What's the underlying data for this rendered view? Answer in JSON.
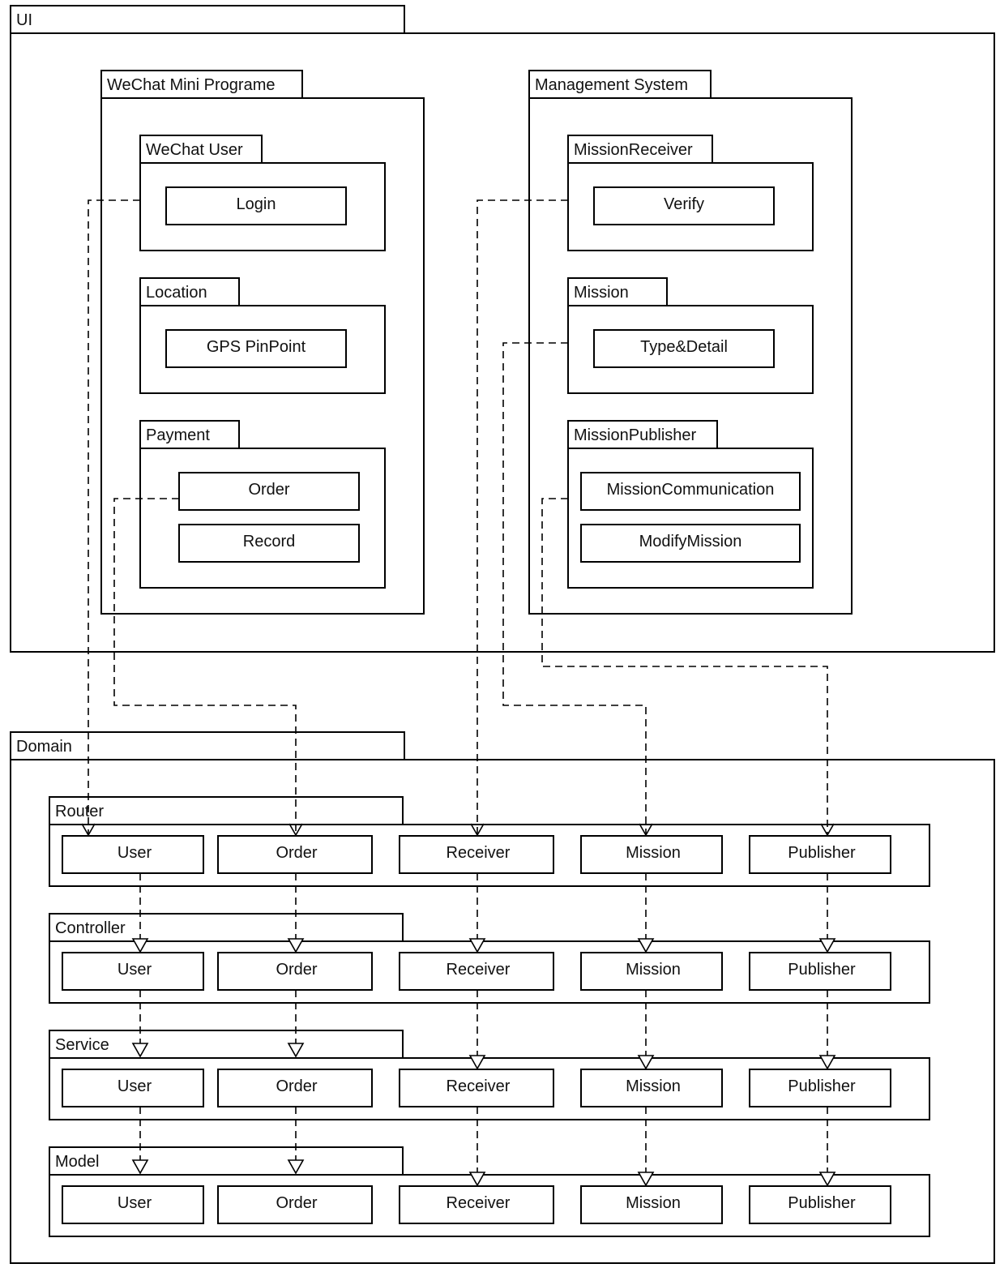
{
  "ui_package": {
    "label": "UI",
    "wechat_mini_program": {
      "label": "WeChat Mini Programe",
      "wechat_user": {
        "label": "WeChat User",
        "login": "Login"
      },
      "location": {
        "label": "Location",
        "gps_pinpoint": "GPS PinPoint"
      },
      "payment": {
        "label": "Payment",
        "order": "Order",
        "record": "Record"
      }
    },
    "management_system": {
      "label": "Management System",
      "mission_receiver": {
        "label": "MissionReceiver",
        "verify": "Verify"
      },
      "mission": {
        "label": "Mission",
        "type_detail": "Type&Detail"
      },
      "mission_publisher": {
        "label": "MissionPublisher",
        "mission_communication": "MissionCommunication",
        "modify_mission": "ModifyMission"
      }
    }
  },
  "domain_package": {
    "label": "Domain",
    "layers": [
      {
        "label": "Router",
        "items": [
          "User",
          "Order",
          "Receiver",
          "Mission",
          "Publisher"
        ]
      },
      {
        "label": "Controller",
        "items": [
          "User",
          "Order",
          "Receiver",
          "Mission",
          "Publisher"
        ]
      },
      {
        "label": "Service",
        "items": [
          "User",
          "Order",
          "Receiver",
          "Mission",
          "Publisher"
        ]
      },
      {
        "label": "Model",
        "items": [
          "User",
          "Order",
          "Receiver",
          "Mission",
          "Publisher"
        ]
      }
    ]
  }
}
